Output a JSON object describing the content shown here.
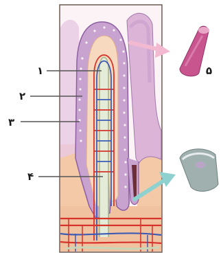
{
  "labels": {
    "one": "۱",
    "two": "۲",
    "three": "۳",
    "four": "۴",
    "five": "۵"
  },
  "colors": {
    "frame": "#6b5a52",
    "epithelium": "#c9a3cf",
    "epithelium_dark": "#8d5fa2",
    "lamina": "#f0c7a5",
    "villus_core": "#f6d9bf",
    "artery": "#d6332a",
    "vein": "#3d5bb5",
    "lacteal": "#c8d6b8",
    "leader_line": "#555555",
    "arrow_pink": "#f3b9d0",
    "arrow_teal": "#8fd1cf",
    "cell_pink": "#c8558e",
    "cell_gray": "#9fb0ae"
  }
}
